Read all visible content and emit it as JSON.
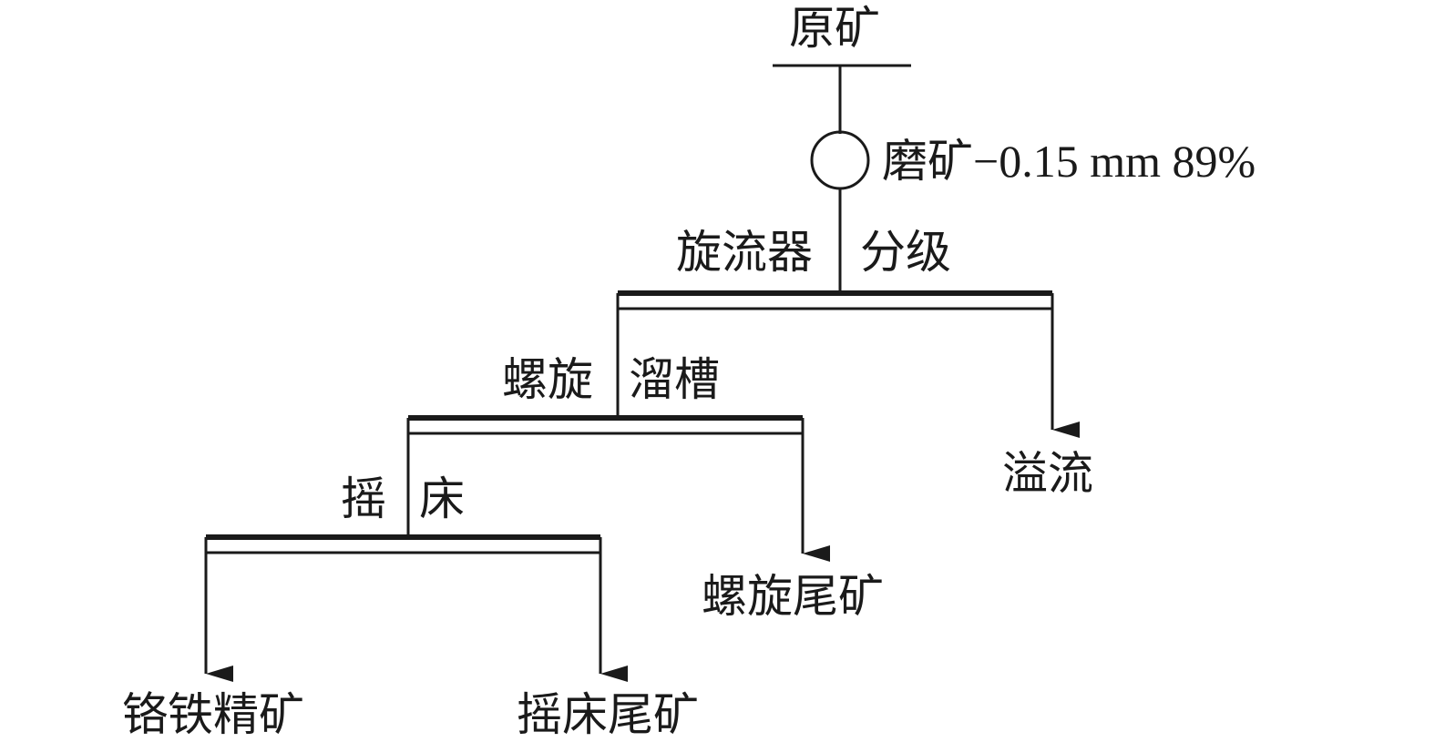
{
  "diagram": {
    "raw_ore": "原矿",
    "grinding": "磨矿−0.15 mm 89%",
    "cyclone": {
      "left": "旋流器",
      "right": "分级"
    },
    "overflow": "溢流",
    "spiral_chute": {
      "left": "螺旋",
      "right": "溜槽"
    },
    "spiral_tailings": "螺旋尾矿",
    "shaking_table": {
      "left": "摇",
      "right": "床"
    },
    "chromite_concentrate": "铬铁精矿",
    "table_tailings": "摇床尾矿"
  }
}
